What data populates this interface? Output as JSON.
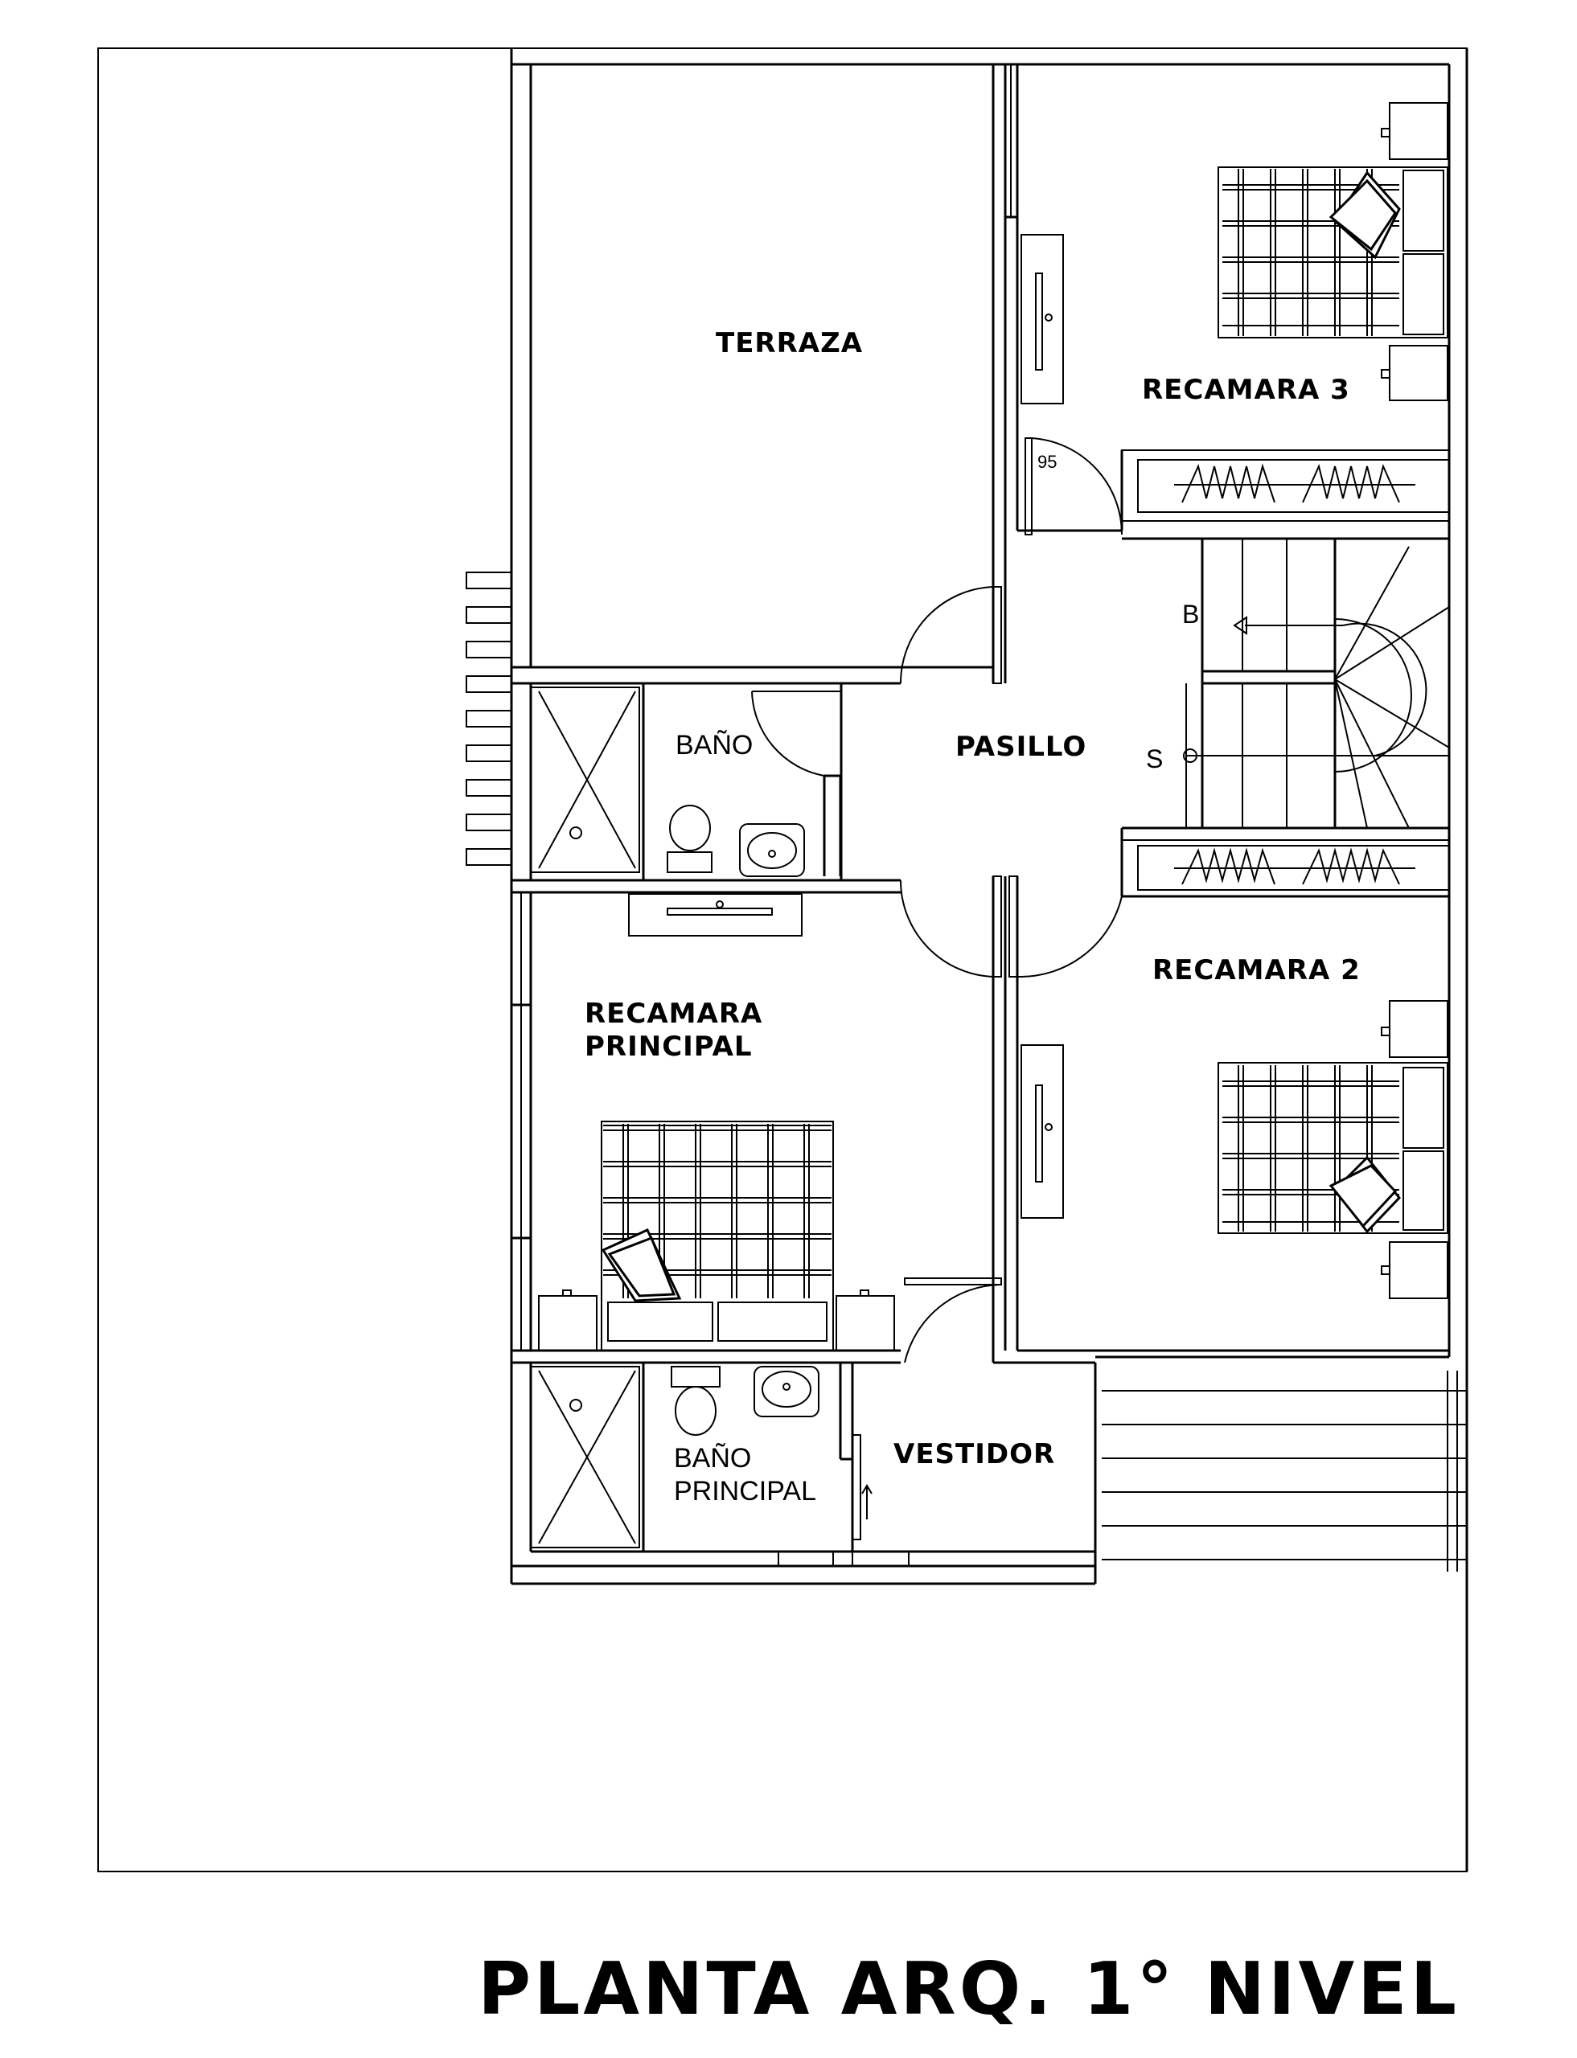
{
  "rooms": {
    "terraza": "TERRAZA",
    "recamara3": "RECAMARA 3",
    "bano": "BAÑO",
    "pasillo": "PASILLO",
    "recamara2": "RECAMARA 2",
    "recamara_principal_1": "RECAMARA",
    "recamara_principal_2": "PRINCIPAL",
    "bano_principal_1": "BAÑO",
    "bano_principal_2": "PRINCIPAL",
    "vestidor": "VESTIDOR"
  },
  "annotations": {
    "door_width": "95",
    "stair_down": "B",
    "stair_up": "S"
  },
  "title": "PLANTA ARQ. 1° NIVEL",
  "icons": [
    "bed-icon",
    "toilet-icon",
    "sink-icon",
    "shower-icon",
    "closet-icon",
    "desk-icon",
    "stair-icon",
    "door-swing-icon"
  ]
}
